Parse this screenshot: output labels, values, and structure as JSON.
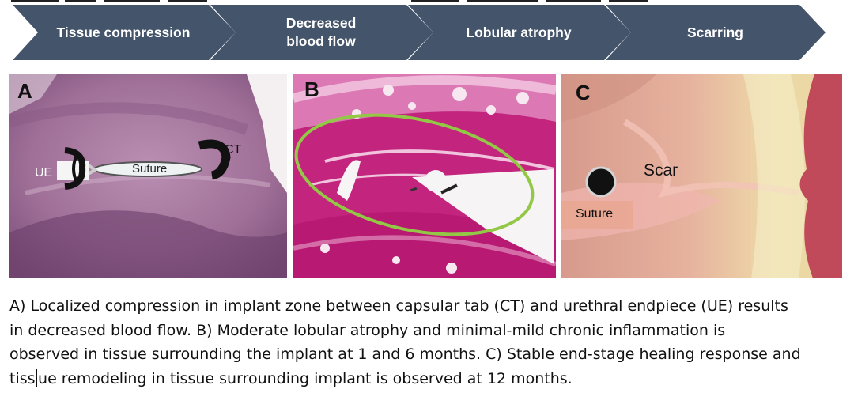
{
  "flow": {
    "steps": [
      {
        "label": "Tissue compression"
      },
      {
        "label": "Decreased\nblood flow"
      },
      {
        "label": "Lobular atrophy"
      },
      {
        "label": "Scarring"
      }
    ],
    "color": "#44546a"
  },
  "panels": {
    "a": {
      "letter": "A",
      "labels": {
        "ue": "UE",
        "suture": "Suture",
        "ct": "CT"
      }
    },
    "b": {
      "letter": "B"
    },
    "c": {
      "letter": "C",
      "labels": {
        "scar": "Scar",
        "suture": "Suture"
      }
    }
  },
  "caption": {
    "line1": "A) Localized compression in implant zone between capsular tab (CT) and urethral endpiece (UE) results",
    "line2": "in decreased blood flow. B) Moderate lobular atrophy and minimal-mild chronic inflammation is",
    "line3": "observed in tissue surrounding the implant at 1 and 6 months. C) Stable end-stage healing response and",
    "line4_before_cursor": "tiss",
    "line4_after_cursor": "ue remodeling in tissue surrounding implant is observed at 12 months."
  }
}
